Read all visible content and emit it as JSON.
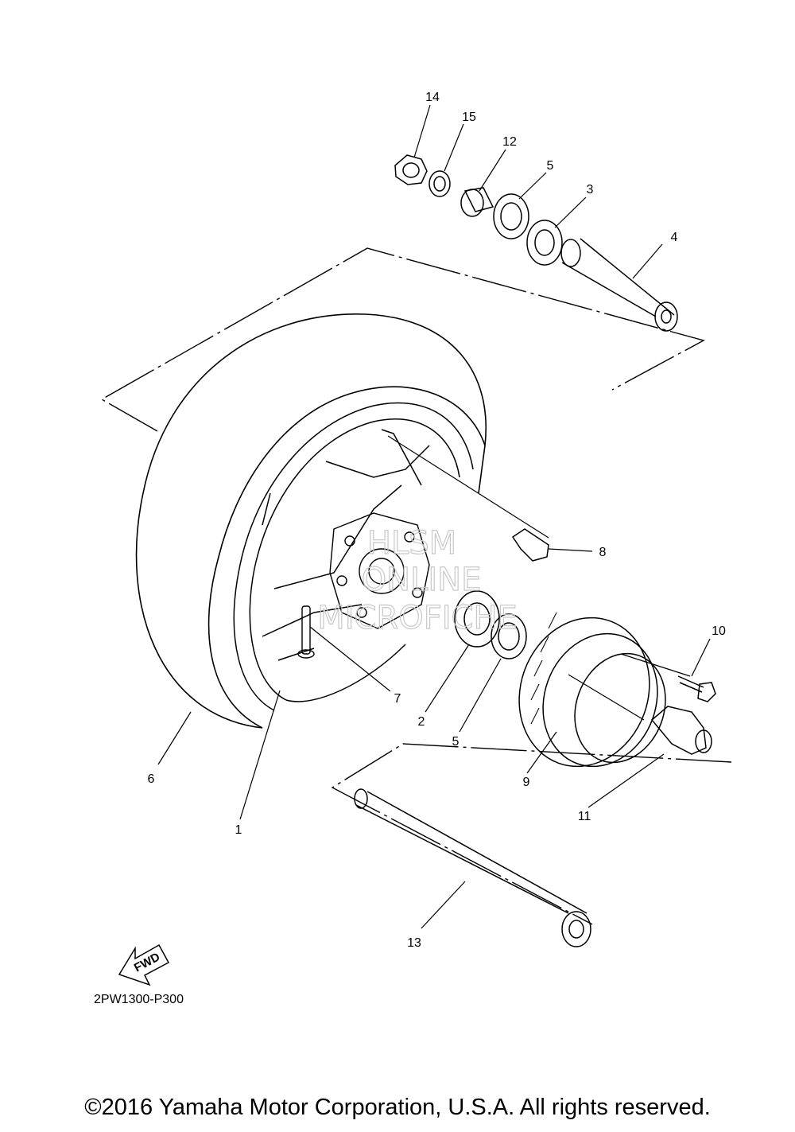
{
  "diagram": {
    "code": "2PW1300-P300",
    "fwd_label": "FWD",
    "watermark": [
      "HLSM",
      "ONLINE",
      "MICROFICHE"
    ],
    "callouts": [
      "14",
      "15",
      "12",
      "5",
      "3",
      "4",
      "8",
      "10",
      "7",
      "2",
      "5",
      "9",
      "11",
      "6",
      "1",
      "13"
    ]
  },
  "footer": {
    "copyright": "©2016 Yamaha Motor Corporation, U.S.A. All rights reserved."
  }
}
